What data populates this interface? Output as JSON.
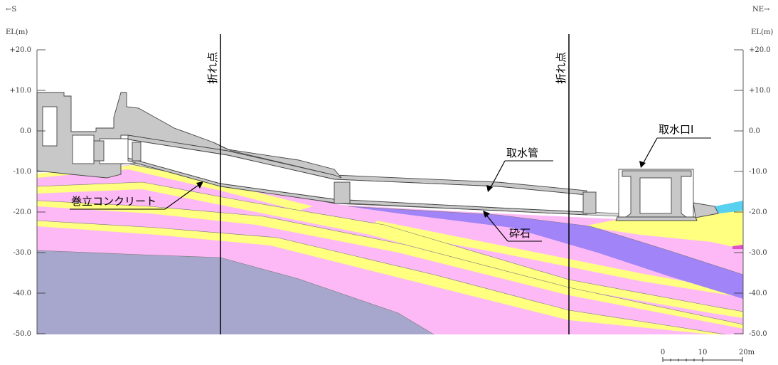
{
  "header": {
    "left_direction": "←S",
    "right_direction": "NE→",
    "left_axis_title": "EL(m)",
    "right_axis_title": "EL(m)"
  },
  "elevation_ticks": [
    "+20.0",
    "+10.0",
    "0.0",
    "-10.0",
    "-20.0",
    "-30.0",
    "-40.0",
    "-50.0"
  ],
  "callouts": {
    "bend_point_1": "折れ点",
    "bend_point_2": "折れ点",
    "intake_pipe": "取水管",
    "intake_port": "取水口Ⅰ",
    "rubble_concrete": "巻立コンクリート",
    "crushed_stone": "砕石"
  },
  "scale_bar": {
    "labels": [
      "0",
      "10",
      "20m"
    ]
  },
  "colors": {
    "pink_layer": "#FDB9F5",
    "yellow_layer": "#FFFF80",
    "grey_blue_layer": "#A7A7CD",
    "purple_layer": "#A084F8",
    "concrete": "#C8C8C8",
    "water": "#58D0F0"
  }
}
